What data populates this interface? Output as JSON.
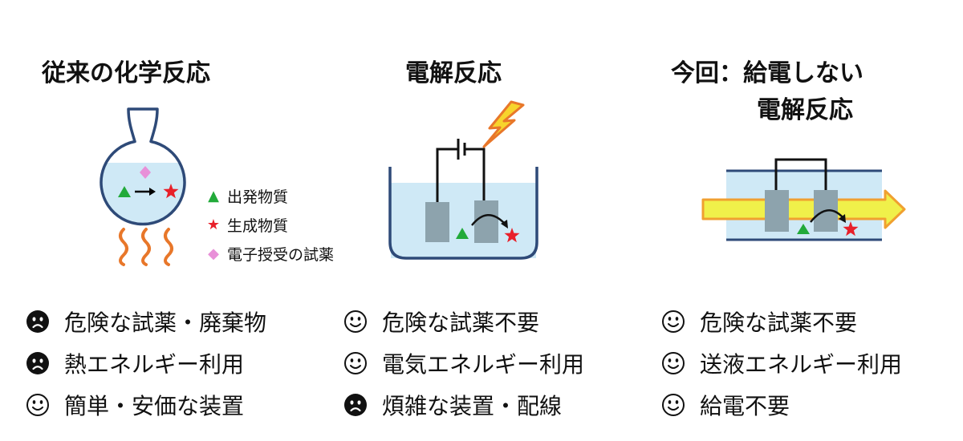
{
  "colors": {
    "liquid": "#cfe9f6",
    "vessel": "#2e4a78",
    "electrode": "#8da3ad",
    "heat": "#e8772a",
    "arrow_fill": "#f0f04a",
    "arrow_edge": "#f0a030",
    "green": "#22aa3a",
    "red": "#e8202a",
    "pink": "#e890d8"
  },
  "columns": [
    {
      "title": "従来の化学反応",
      "points": [
        {
          "face": "sad",
          "text": "危険な試薬・廃棄物"
        },
        {
          "face": "sad",
          "text": "熱エネルギー利用"
        },
        {
          "face": "happy",
          "text": "簡単・安価な装置"
        }
      ]
    },
    {
      "title": "電解反応",
      "points": [
        {
          "face": "happy",
          "text": "危険な試薬不要"
        },
        {
          "face": "happy",
          "text": "電気エネルギー利用"
        },
        {
          "face": "sad",
          "text": "煩雑な装置・配線"
        }
      ]
    },
    {
      "title_line1": "今回：給電しない",
      "title_line2": "電解反応",
      "points": [
        {
          "face": "happy",
          "text": "危険な試薬不要"
        },
        {
          "face": "happy",
          "text": "送液エネルギー利用"
        },
        {
          "face": "happy",
          "text": "給電不要"
        }
      ]
    }
  ],
  "legend": [
    {
      "icon": "green-triangle-icon",
      "label": "出発物質"
    },
    {
      "icon": "red-star-icon",
      "label": "生成物質"
    },
    {
      "icon": "pink-diamond-icon",
      "label": "電子授受の試薬"
    }
  ]
}
